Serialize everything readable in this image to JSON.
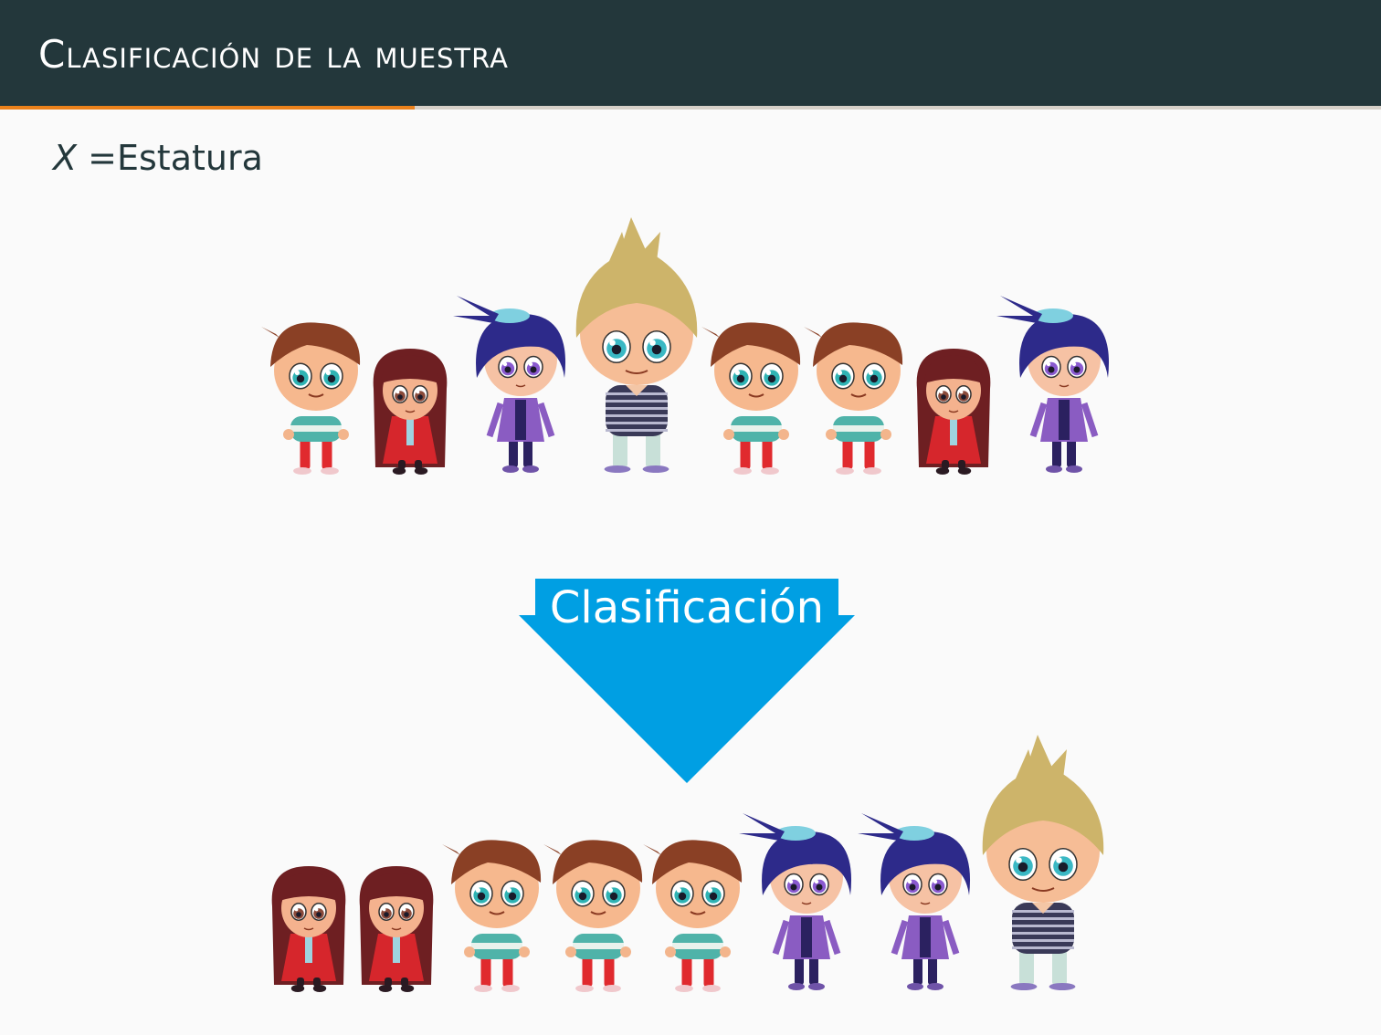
{
  "slide": {
    "title": "Clasificación de la muestra",
    "progress": 0.3
  },
  "formula": {
    "variable": "X",
    "operator": "=",
    "value": "Estatura"
  },
  "arrow": {
    "label": "Clasificación",
    "color": "#009fe3"
  },
  "colors": {
    "header_bg": "#23373b",
    "progress": "#eb811b",
    "background": "#fafafa"
  },
  "sample_unsorted": [
    "boy-small",
    "girl-long-hair",
    "girl-ponytail",
    "boy-spiky-blond",
    "boy-small",
    "boy-small",
    "girl-long-hair",
    "girl-ponytail"
  ],
  "sample_sorted": [
    "girl-long-hair",
    "girl-long-hair",
    "boy-small",
    "boy-small",
    "boy-small",
    "girl-ponytail",
    "girl-ponytail",
    "boy-spiky-blond"
  ]
}
